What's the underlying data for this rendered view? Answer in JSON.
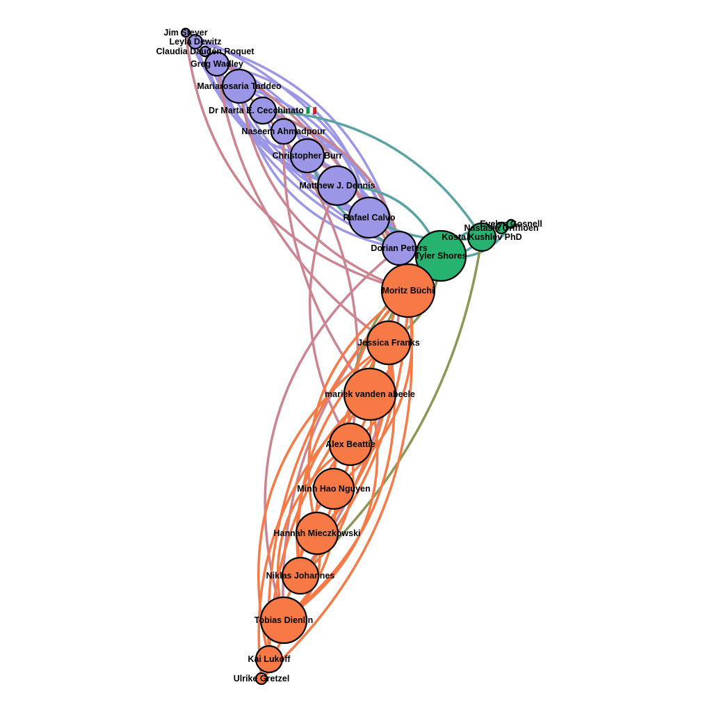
{
  "colors": {
    "purple_group": "#9b96e6",
    "green_group": "#25b36f",
    "orange_group": "#f77a46",
    "edge_purple": "#9b96e6",
    "edge_orange": "#f77a46",
    "edge_rose": "#cb8490",
    "edge_teal": "#5aa3a3",
    "edge_olive": "#8c9755"
  },
  "nodes": [
    {
      "id": "jim",
      "label": "Jim Steyer",
      "group": "purple_group"
    },
    {
      "id": "leyla",
      "label": "Leyla Dewitz",
      "group": "purple_group"
    },
    {
      "id": "claudia",
      "label": "Claudia Daudén Roquet",
      "group": "purple_group"
    },
    {
      "id": "greg",
      "label": "Greg Wadley",
      "group": "purple_group"
    },
    {
      "id": "mariarosaria",
      "label": "Mariarosaria Taddeo",
      "group": "purple_group"
    },
    {
      "id": "marta",
      "label": "Dr Marta E. Cecchinato 🇮🇹",
      "group": "purple_group"
    },
    {
      "id": "naseem",
      "label": "Naseem Ahmadpour",
      "group": "purple_group"
    },
    {
      "id": "christopher",
      "label": "Christopher Burr",
      "group": "purple_group"
    },
    {
      "id": "matthew",
      "label": "Matthew J. Dennis",
      "group": "purple_group"
    },
    {
      "id": "rafael",
      "label": "Rafael Calvo",
      "group": "purple_group"
    },
    {
      "id": "dorian",
      "label": "Dorian Peters",
      "group": "purple_group"
    },
    {
      "id": "evelyn",
      "label": "Evelyn Gosnell",
      "group": "green_group"
    },
    {
      "id": "nastasia",
      "label": "Nastasia Griffioen",
      "group": "green_group"
    },
    {
      "id": "kostadin",
      "label": "Kosta Kushlev PhD",
      "group": "green_group"
    },
    {
      "id": "tyler",
      "label": "Tyler Shores",
      "group": "green_group"
    },
    {
      "id": "moritz",
      "label": "Moritz Büchi",
      "group": "orange_group"
    },
    {
      "id": "jessica",
      "label": "Jessica Franks",
      "group": "orange_group"
    },
    {
      "id": "mariek",
      "label": "mariek vanden abeele",
      "group": "orange_group"
    },
    {
      "id": "alex",
      "label": "Alex Beattie",
      "group": "orange_group"
    },
    {
      "id": "minh",
      "label": "Minh Hao Nguyen",
      "group": "orange_group"
    },
    {
      "id": "hannah",
      "label": "Hannah Mieczkowski",
      "group": "orange_group"
    },
    {
      "id": "niklas",
      "label": "Niklas Johannes",
      "group": "orange_group"
    },
    {
      "id": "tobias",
      "label": "Tobias Dienlin",
      "group": "orange_group"
    },
    {
      "id": "kai",
      "label": "Kai Lukoff",
      "group": "orange_group"
    },
    {
      "id": "ulrike",
      "label": "Ulrike Gretzel",
      "group": "orange_group"
    }
  ],
  "edges": [
    {
      "source": "jim",
      "target": "rafael",
      "color": "edge_purple"
    },
    {
      "source": "jim",
      "target": "dorian",
      "color": "edge_purple"
    },
    {
      "source": "leyla",
      "target": "matthew",
      "color": "edge_purple"
    },
    {
      "source": "leyla",
      "target": "dorian",
      "color": "edge_purple"
    },
    {
      "source": "claudia",
      "target": "christopher",
      "color": "edge_purple"
    },
    {
      "source": "claudia",
      "target": "rafael",
      "color": "edge_purple"
    },
    {
      "source": "claudia",
      "target": "dorian",
      "color": "edge_purple"
    },
    {
      "source": "greg",
      "target": "naseem",
      "color": "edge_purple"
    },
    {
      "source": "greg",
      "target": "matthew",
      "color": "edge_purple"
    },
    {
      "source": "greg",
      "target": "rafael",
      "color": "edge_purple"
    },
    {
      "source": "greg",
      "target": "dorian",
      "color": "edge_purple"
    },
    {
      "source": "mariarosaria",
      "target": "christopher",
      "color": "edge_purple"
    },
    {
      "source": "mariarosaria",
      "target": "matthew",
      "color": "edge_purple"
    },
    {
      "source": "mariarosaria",
      "target": "rafael",
      "color": "edge_purple"
    },
    {
      "source": "mariarosaria",
      "target": "dorian",
      "color": "edge_purple"
    },
    {
      "source": "marta",
      "target": "matthew",
      "color": "edge_purple"
    },
    {
      "source": "marta",
      "target": "rafael",
      "color": "edge_purple"
    },
    {
      "source": "marta",
      "target": "dorian",
      "color": "edge_purple"
    },
    {
      "source": "naseem",
      "target": "rafael",
      "color": "edge_purple"
    },
    {
      "source": "naseem",
      "target": "dorian",
      "color": "edge_purple"
    },
    {
      "source": "christopher",
      "target": "rafael",
      "color": "edge_purple"
    },
    {
      "source": "christopher",
      "target": "dorian",
      "color": "edge_purple"
    },
    {
      "source": "matthew",
      "target": "dorian",
      "color": "edge_purple"
    },
    {
      "source": "rafael",
      "target": "dorian",
      "color": "edge_purple"
    },
    {
      "source": "jim",
      "target": "moritz",
      "color": "edge_rose"
    },
    {
      "source": "claudia",
      "target": "moritz",
      "color": "edge_rose"
    },
    {
      "source": "greg",
      "target": "jessica",
      "color": "edge_rose"
    },
    {
      "source": "mariarosaria",
      "target": "alex",
      "color": "edge_rose"
    },
    {
      "source": "mariarosaria",
      "target": "moritz",
      "color": "edge_rose"
    },
    {
      "source": "marta",
      "target": "moritz",
      "color": "edge_rose"
    },
    {
      "source": "naseem",
      "target": "mariek",
      "color": "edge_rose"
    },
    {
      "source": "christopher",
      "target": "moritz",
      "color": "edge_rose"
    },
    {
      "source": "matthew",
      "target": "alex",
      "color": "edge_rose"
    },
    {
      "source": "rafael",
      "target": "moritz",
      "color": "edge_rose"
    },
    {
      "source": "dorian",
      "target": "tobias",
      "color": "edge_rose"
    },
    {
      "source": "dorian",
      "target": "niklas",
      "color": "edge_rose"
    },
    {
      "source": "moritz",
      "target": "tobias",
      "color": "edge_rose"
    },
    {
      "source": "marta",
      "target": "kostadin",
      "color": "edge_teal"
    },
    {
      "source": "christopher",
      "target": "tyler",
      "color": "edge_teal"
    },
    {
      "source": "matthew",
      "target": "tyler",
      "color": "edge_teal"
    },
    {
      "source": "rafael",
      "target": "kostadin",
      "color": "edge_teal"
    },
    {
      "source": "dorian",
      "target": "tyler",
      "color": "edge_teal"
    },
    {
      "source": "tyler",
      "target": "kostadin",
      "color": "edge_teal"
    },
    {
      "source": "tyler",
      "target": "nastasia",
      "color": "edge_teal"
    },
    {
      "source": "tyler",
      "target": "evelyn",
      "color": "edge_teal"
    },
    {
      "source": "kostadin",
      "target": "niklas",
      "color": "edge_olive"
    },
    {
      "source": "tyler",
      "target": "mariek",
      "color": "edge_olive"
    },
    {
      "source": "tyler",
      "target": "jessica",
      "color": "edge_olive"
    },
    {
      "source": "tyler",
      "target": "alex",
      "color": "edge_olive"
    },
    {
      "source": "tyler",
      "target": "moritz",
      "color": "edge_olive"
    },
    {
      "source": "moritz",
      "target": "jessica",
      "color": "edge_orange"
    },
    {
      "source": "moritz",
      "target": "mariek",
      "color": "edge_orange"
    },
    {
      "source": "moritz",
      "target": "alex",
      "color": "edge_orange"
    },
    {
      "source": "moritz",
      "target": "minh",
      "color": "edge_orange"
    },
    {
      "source": "moritz",
      "target": "hannah",
      "color": "edge_orange"
    },
    {
      "source": "moritz",
      "target": "niklas",
      "color": "edge_orange"
    },
    {
      "source": "moritz",
      "target": "kai",
      "color": "edge_orange"
    },
    {
      "source": "moritz",
      "target": "ulrike",
      "color": "edge_orange"
    },
    {
      "source": "jessica",
      "target": "mariek",
      "color": "edge_orange"
    },
    {
      "source": "jessica",
      "target": "alex",
      "color": "edge_orange"
    },
    {
      "source": "jessica",
      "target": "minh",
      "color": "edge_orange"
    },
    {
      "source": "jessica",
      "target": "hannah",
      "color": "edge_orange"
    },
    {
      "source": "jessica",
      "target": "niklas",
      "color": "edge_orange"
    },
    {
      "source": "jessica",
      "target": "tobias",
      "color": "edge_orange"
    },
    {
      "source": "jessica",
      "target": "kai",
      "color": "edge_orange"
    },
    {
      "source": "mariek",
      "target": "alex",
      "color": "edge_orange"
    },
    {
      "source": "mariek",
      "target": "minh",
      "color": "edge_orange"
    },
    {
      "source": "mariek",
      "target": "hannah",
      "color": "edge_orange"
    },
    {
      "source": "mariek",
      "target": "niklas",
      "color": "edge_orange"
    },
    {
      "source": "mariek",
      "target": "tobias",
      "color": "edge_orange"
    },
    {
      "source": "mariek",
      "target": "kai",
      "color": "edge_orange"
    },
    {
      "source": "alex",
      "target": "minh",
      "color": "edge_orange"
    },
    {
      "source": "alex",
      "target": "hannah",
      "color": "edge_orange"
    },
    {
      "source": "alex",
      "target": "niklas",
      "color": "edge_orange"
    },
    {
      "source": "alex",
      "target": "tobias",
      "color": "edge_orange"
    },
    {
      "source": "minh",
      "target": "hannah",
      "color": "edge_orange"
    },
    {
      "source": "minh",
      "target": "niklas",
      "color": "edge_orange"
    },
    {
      "source": "minh",
      "target": "tobias",
      "color": "edge_orange"
    },
    {
      "source": "hannah",
      "target": "niklas",
      "color": "edge_orange"
    },
    {
      "source": "hannah",
      "target": "tobias",
      "color": "edge_orange"
    },
    {
      "source": "niklas",
      "target": "tobias",
      "color": "edge_orange"
    },
    {
      "source": "tobias",
      "target": "kai",
      "color": "edge_orange"
    },
    {
      "source": "mariek",
      "target": "ulrike",
      "color": "edge_orange"
    }
  ]
}
